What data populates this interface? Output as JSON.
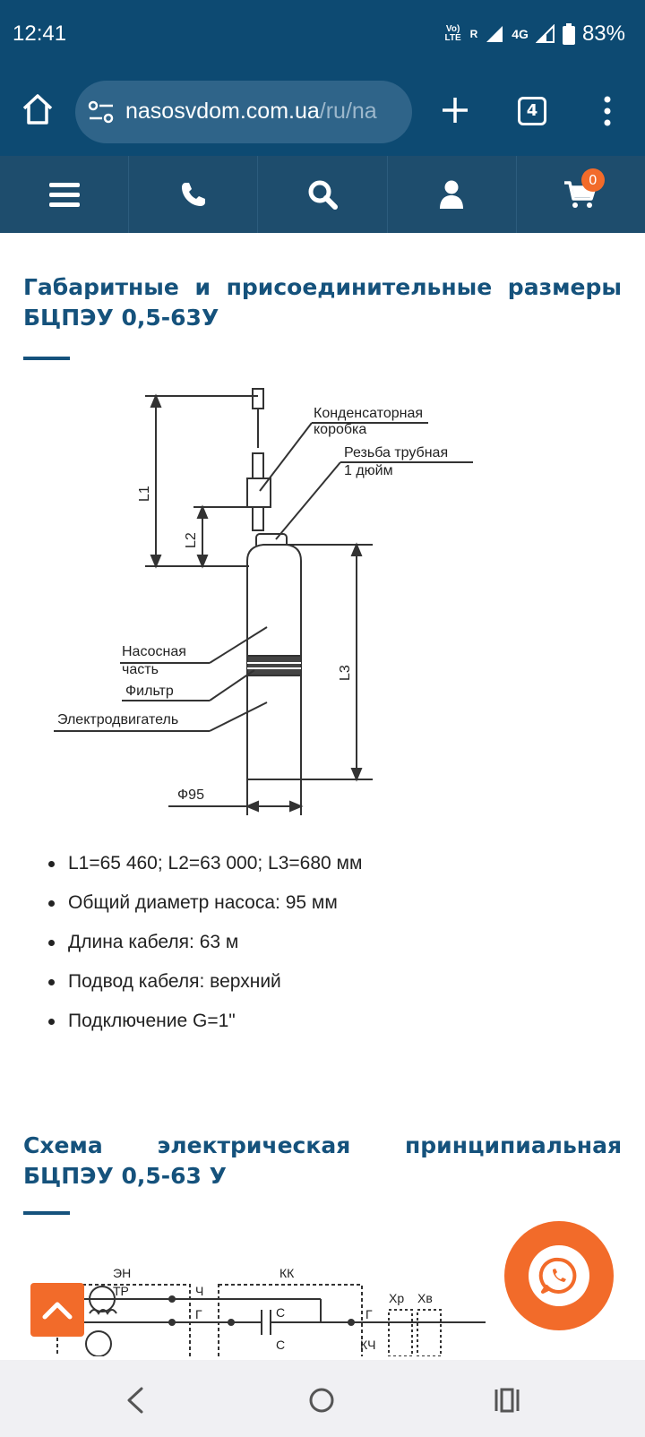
{
  "status": {
    "time": "12:41",
    "volte": "Vo) LTE",
    "roaming": "R",
    "network": "4G",
    "battery": "83%"
  },
  "browser": {
    "url_host": "nasosvdom.com.ua",
    "url_path": "/ru/na",
    "tab_count": "4"
  },
  "nav": {
    "cart_count": "0"
  },
  "section1": {
    "title": "Габаритные и присоединительные размеры БЦПЭУ 0,5-63У"
  },
  "diagram": {
    "label_capacitor_1": "Конденсаторная",
    "label_capacitor_2": "коробка",
    "label_thread_1": "Резьба трубная",
    "label_thread_2": "1 дюйм",
    "label_pump_1": "Насосная",
    "label_pump_2": "часть",
    "label_filter": "Фильтр",
    "label_motor": "Электродвигатель",
    "label_l1": "L1",
    "label_l2": "L2",
    "label_l3": "L3",
    "label_diameter": "Ф95"
  },
  "specs": [
    " L1=65 460; L2=63 000; L3=680 мм",
    "Общий диаметр насоса: 95 мм",
    "Длина кабеля: 63 м",
    "Подвод кабеля: верхний",
    "Подключение G=1\""
  ],
  "section2": {
    "title": "Схема электрическая принципиальная БЦПЭУ 0,5-63 У"
  },
  "schematic": {
    "en": "ЭН",
    "kk": "КК",
    "tr": "ТР",
    "ch": "Ч",
    "g1": "Г",
    "c1": "С",
    "c2": "С",
    "g2": "Г",
    "kch": "КЧ",
    "xp": "Хр",
    "xv": "Хв"
  },
  "colors": {
    "brand_blue": "#0d4a72",
    "nav_blue": "#1e4d6d",
    "heading_blue": "#15527c",
    "accent_orange": "#f26b2a"
  }
}
